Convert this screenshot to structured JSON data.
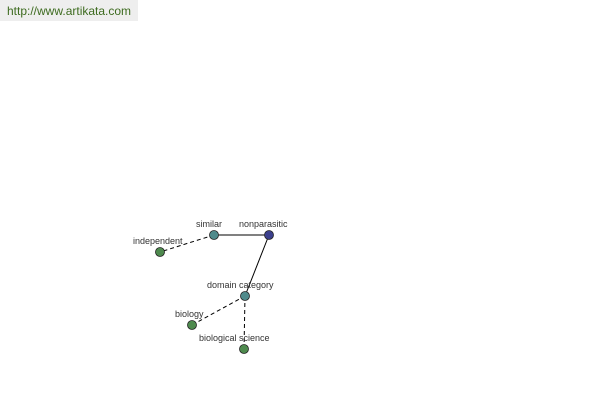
{
  "banner": {
    "url": "http://www.artikata.com",
    "text_color": "#3d6b1f",
    "background": "#eeeeee"
  },
  "graph": {
    "colors": {
      "center_node": "#3b3f8c",
      "synonym_node": "#4f8a8b",
      "leaf_node": "#4e8a4e",
      "edge": "#000000"
    },
    "nodes": [
      {
        "id": "nonparasitic",
        "label": "nonparasitic",
        "kind": "center_node"
      },
      {
        "id": "similar",
        "label": "similar",
        "kind": "synonym_node"
      },
      {
        "id": "independent",
        "label": "independent",
        "kind": "leaf_node"
      },
      {
        "id": "domain-category",
        "label": "domain category",
        "kind": "synonym_node"
      },
      {
        "id": "biology",
        "label": "biology",
        "kind": "leaf_node"
      },
      {
        "id": "biological-science",
        "label": "biological science",
        "kind": "leaf_node"
      }
    ],
    "edges": [
      {
        "from": "nonparasitic",
        "to": "similar",
        "style": "solid"
      },
      {
        "from": "nonparasitic",
        "to": "domain-category",
        "style": "solid"
      },
      {
        "from": "similar",
        "to": "independent",
        "style": "dashed"
      },
      {
        "from": "domain-category",
        "to": "biology",
        "style": "dashed"
      },
      {
        "from": "domain-category",
        "to": "biological-science",
        "style": "dashed"
      }
    ]
  }
}
